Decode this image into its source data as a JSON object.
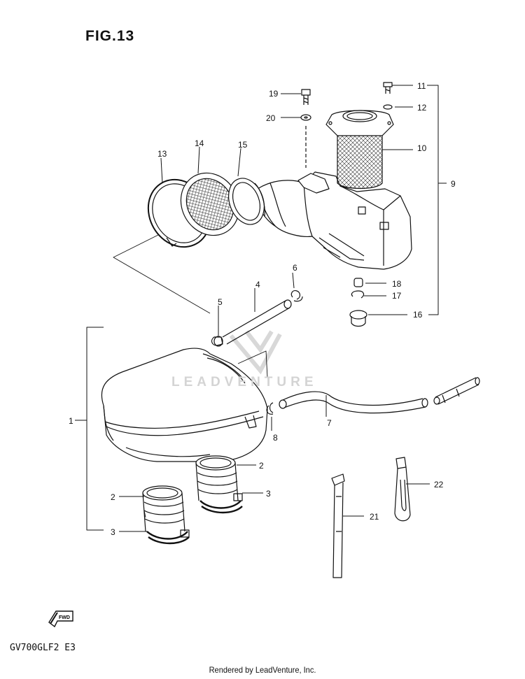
{
  "figure": {
    "title": "FIG.13",
    "model_code": "GV700GLF2 E3"
  },
  "footer": {
    "text": "Rendered by LeadVenture, Inc."
  },
  "watermark": {
    "text": "LEADVENTURE"
  },
  "fwd_arrow": {
    "label": "FWD"
  },
  "callouts": [
    "1",
    "2",
    "2",
    "3",
    "3",
    "4",
    "5",
    "6",
    "7",
    "8",
    "9",
    "10",
    "11",
    "12",
    "13",
    "14",
    "15",
    "16",
    "17",
    "18",
    "19",
    "20",
    "21",
    "22"
  ],
  "colors": {
    "line": "#111111",
    "background": "#ffffff",
    "watermark": "#d4d4d4"
  }
}
